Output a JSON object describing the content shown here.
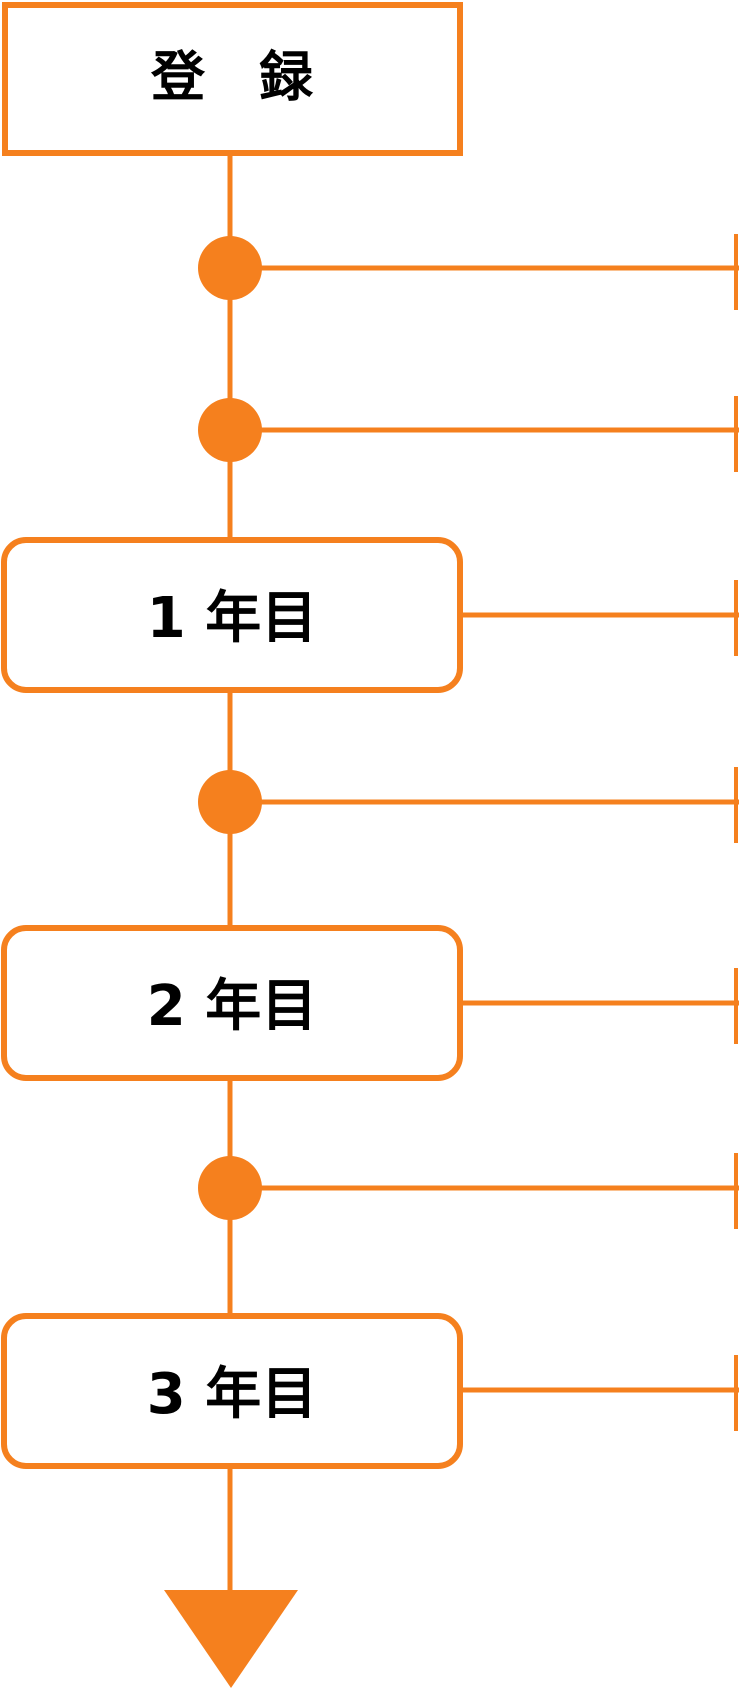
{
  "colors": {
    "accent": "#F5801E",
    "text": "#000000",
    "background": "#FFFFFF"
  },
  "flow": {
    "start": {
      "label": "登　録"
    },
    "years": [
      {
        "label": "1 年目"
      },
      {
        "label": "2 年目"
      },
      {
        "label": "3 年目"
      }
    ]
  }
}
